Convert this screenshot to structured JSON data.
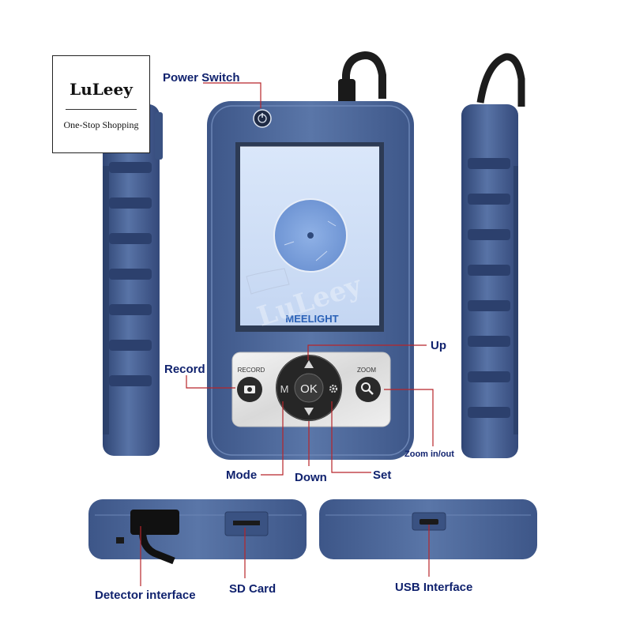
{
  "store_logo": {
    "name": "LuLeey",
    "tagline": "One-Stop Shopping"
  },
  "watermark": "LuLeey",
  "device": {
    "screen_brand": "MEELIGHT",
    "buttons": {
      "record": "RECORD",
      "mode": "M",
      "ok": "OK",
      "zoom": "ZOOM"
    }
  },
  "callouts": {
    "power_switch": "Power Switch",
    "record": "Record",
    "up": "Up",
    "zoom": "Zoom in/out",
    "mode": "Mode",
    "down": "Down",
    "set": "Set",
    "detector": "Detector interface",
    "sd_card": "SD Card",
    "usb": "USB Interface"
  },
  "colors": {
    "body": "#4f6a9c",
    "body_dark": "#3a5282",
    "screen": "#cfe0f7",
    "callout_text": "#10226e",
    "leader_line": "#b7252a"
  }
}
